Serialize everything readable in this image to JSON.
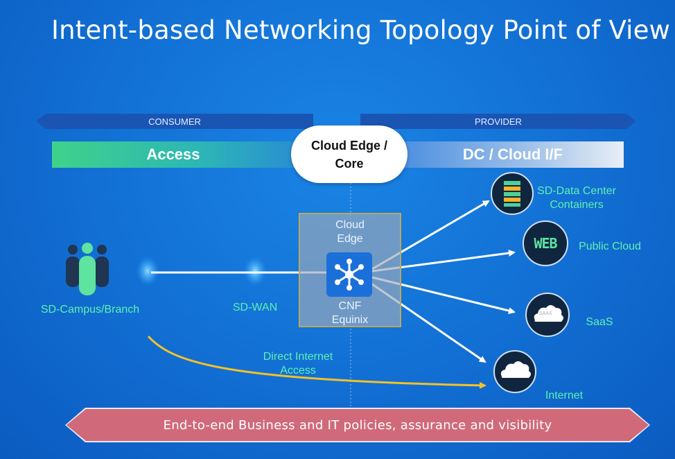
{
  "title": "Intent-based Networking Topology Point of View",
  "bands": {
    "consumer": "CONSUMER",
    "provider": "PROVIDER"
  },
  "bars": {
    "access": "Access",
    "dc": "DC / Cloud I/F"
  },
  "core_pill": {
    "line1": "Cloud Edge /",
    "line2": "Core"
  },
  "edge_box": {
    "top_line1": "Cloud",
    "top_line2": "Edge",
    "bottom_line1": "CNF",
    "bottom_line2": "Equinix"
  },
  "nodes": {
    "campus": "SD-Campus/Branch",
    "sdwan": "SD-WAN",
    "dia_line1": "Direct Internet",
    "dia_line2": "Access"
  },
  "services": {
    "datacenter_line1": "SD-Data Center",
    "datacenter_line2": "Containers",
    "public_cloud": "Public Cloud",
    "saas": "SaaS",
    "internet": "Internet",
    "web_icon_text": "WEB",
    "saas_icon_text": "SAAS"
  },
  "banner": "End-to-end Business and IT policies, assurance and visibility",
  "colors": {
    "background": "#1372d6",
    "label_green": "#5ef2b0",
    "banner": "#d06a7a",
    "orange_path": "#f4c12a"
  },
  "icons": [
    "people-icon",
    "hub-icon",
    "server-rack-icon",
    "web-icon",
    "saas-cloud-icon",
    "cloud-icon"
  ]
}
